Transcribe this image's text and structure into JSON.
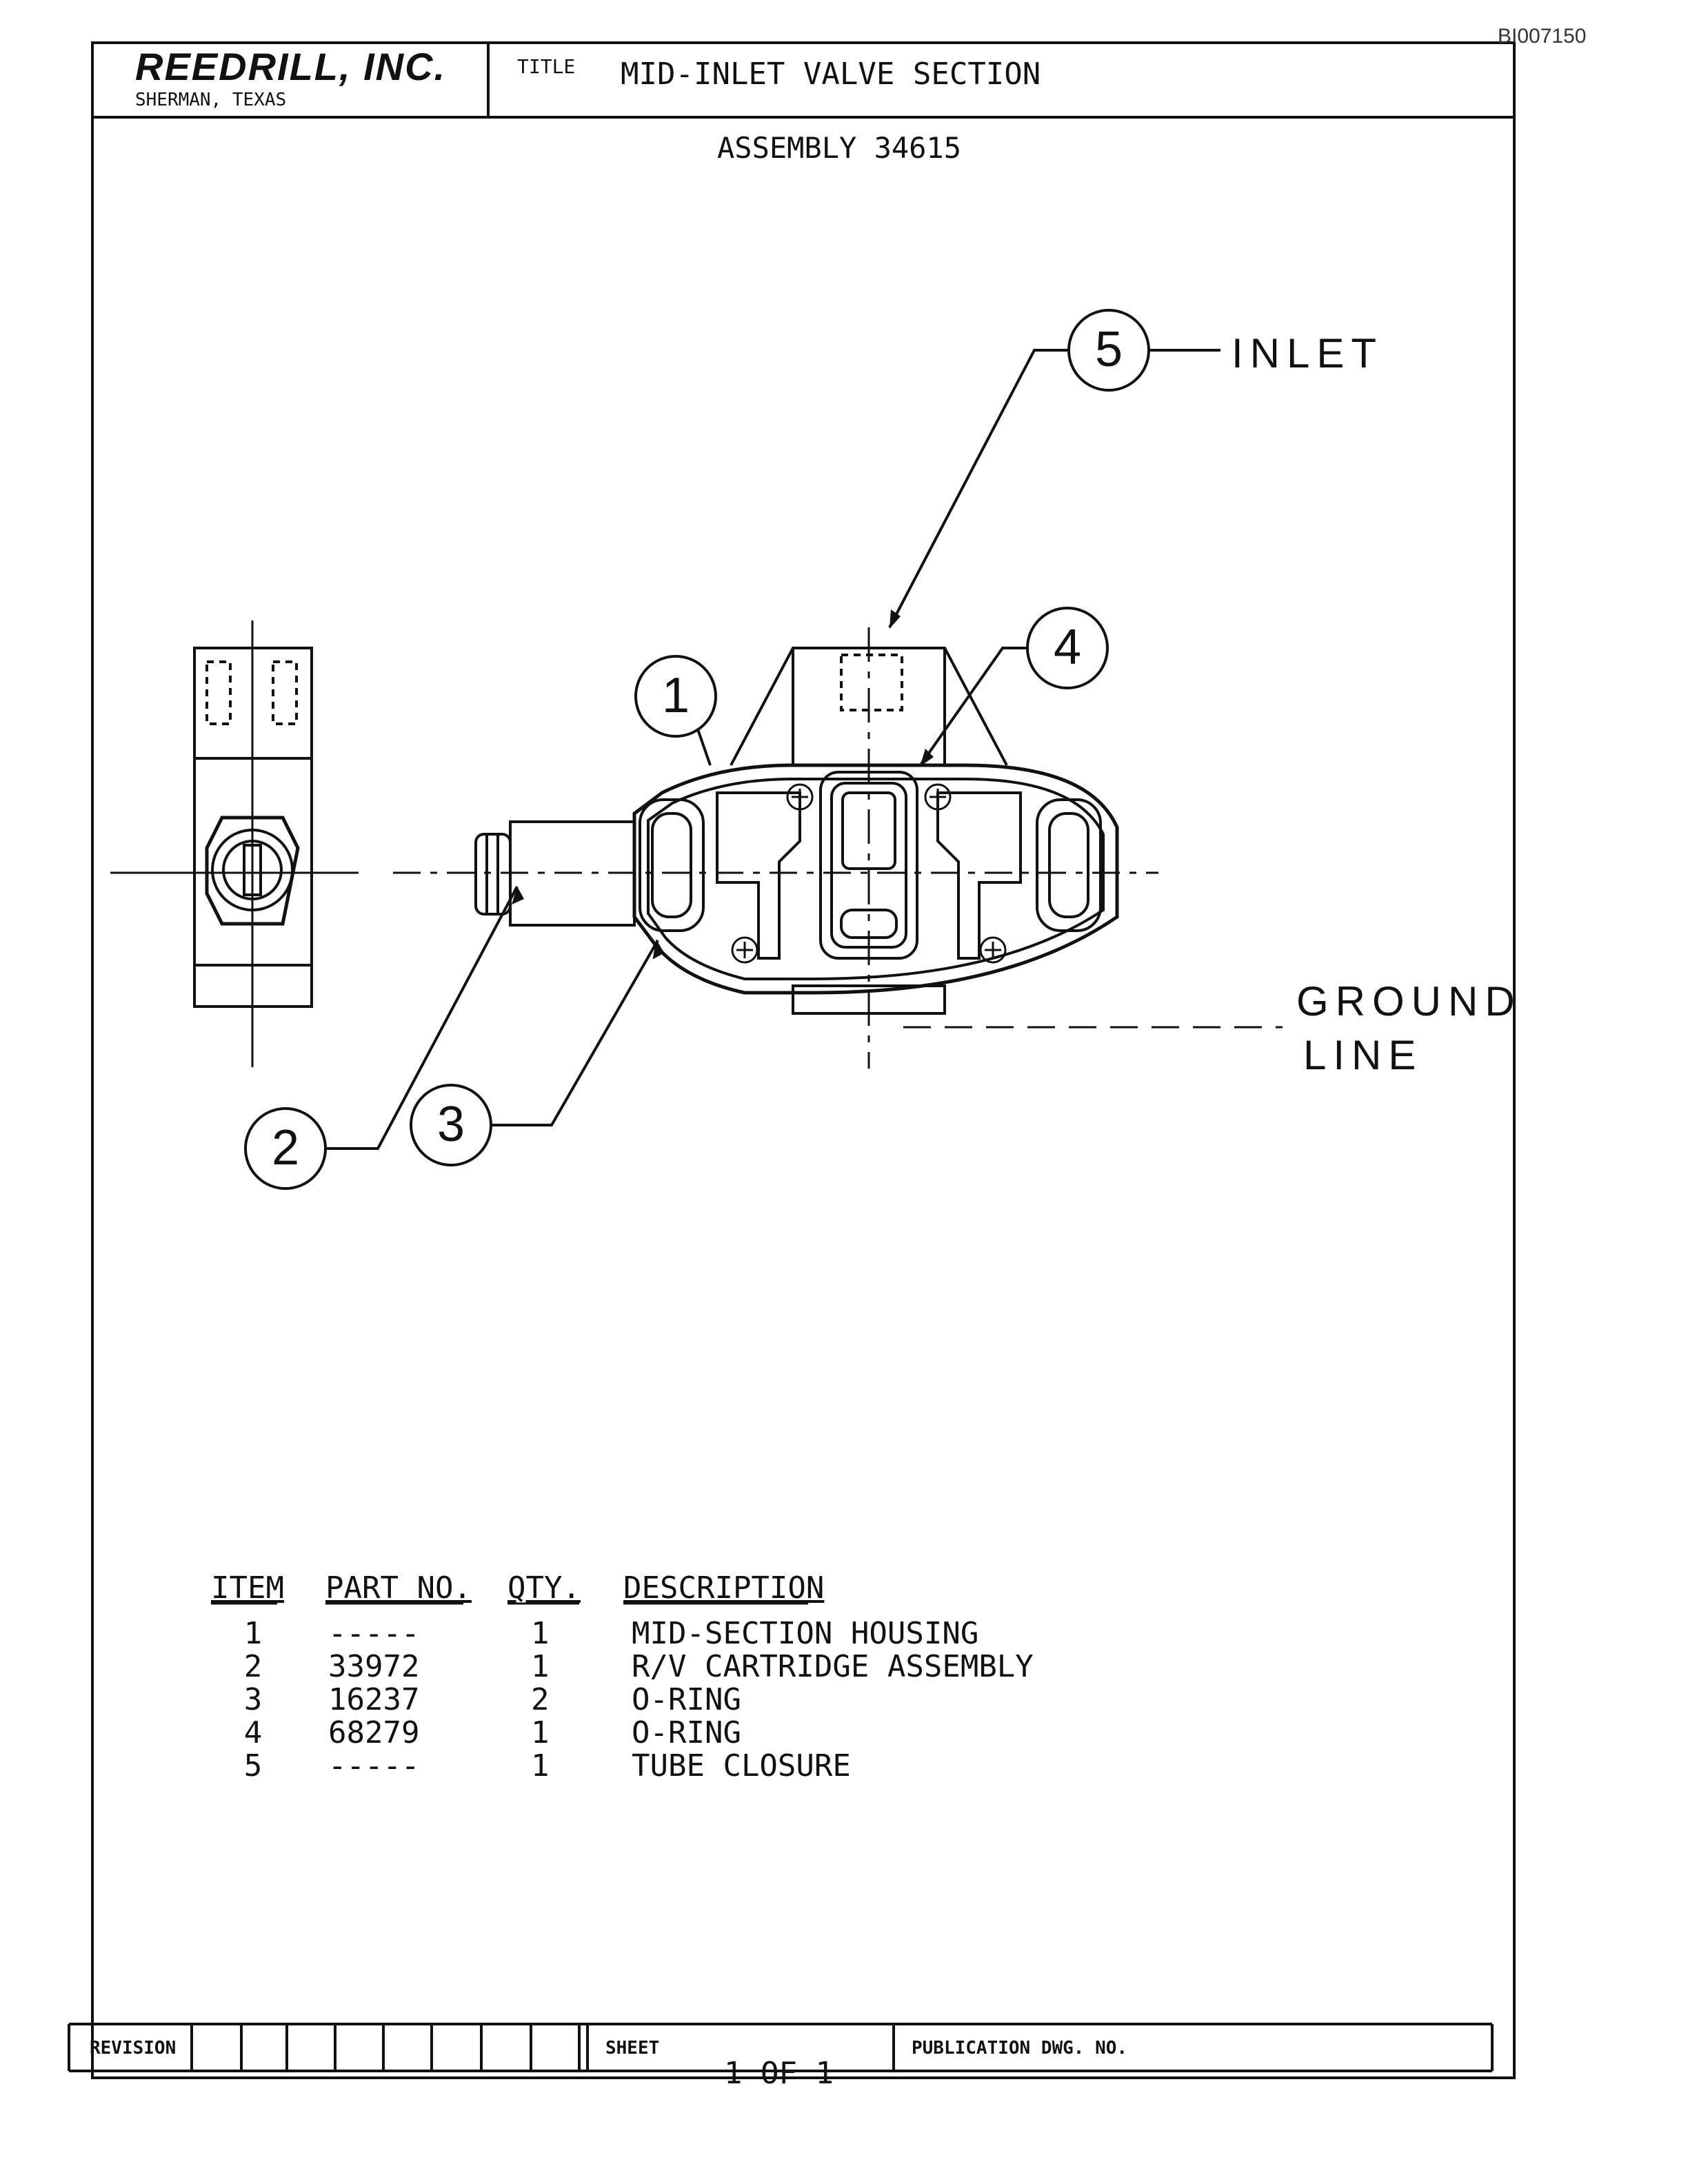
{
  "doc_id": "BI007150",
  "header": {
    "company": "REEDRILL, INC.",
    "location": "SHERMAN, TEXAS",
    "title_label": "TITLE",
    "title": "MID-INLET VALVE SECTION"
  },
  "drawing": {
    "assembly": "ASSEMBLY 34615",
    "callouts": [
      "1",
      "2",
      "3",
      "4",
      "5"
    ],
    "inlet_label": "INLET",
    "ground_label_1": "GROUND",
    "ground_label_2": "LINE"
  },
  "parts_table": {
    "headers": {
      "item": "ITEM",
      "part_no": "PART NO.",
      "qty": "QTY.",
      "description": "DESCRIPTION"
    },
    "rows": [
      {
        "item": "1",
        "part_no": "-----",
        "qty": "1",
        "description": "MID-SECTION HOUSING"
      },
      {
        "item": "2",
        "part_no": "33972",
        "qty": "1",
        "description": "R/V CARTRIDGE ASSEMBLY"
      },
      {
        "item": "3",
        "part_no": "16237",
        "qty": "2",
        "description": "O-RING"
      },
      {
        "item": "4",
        "part_no": "68279",
        "qty": "1",
        "description": "O-RING"
      },
      {
        "item": "5",
        "part_no": "-----",
        "qty": "1",
        "description": "TUBE CLOSURE"
      }
    ]
  },
  "footer": {
    "revision_label": "REVISION",
    "sheet_label": "SHEET",
    "sheet_value": "1 OF 1",
    "publication_label": "PUBLICATION DWG. NO."
  }
}
